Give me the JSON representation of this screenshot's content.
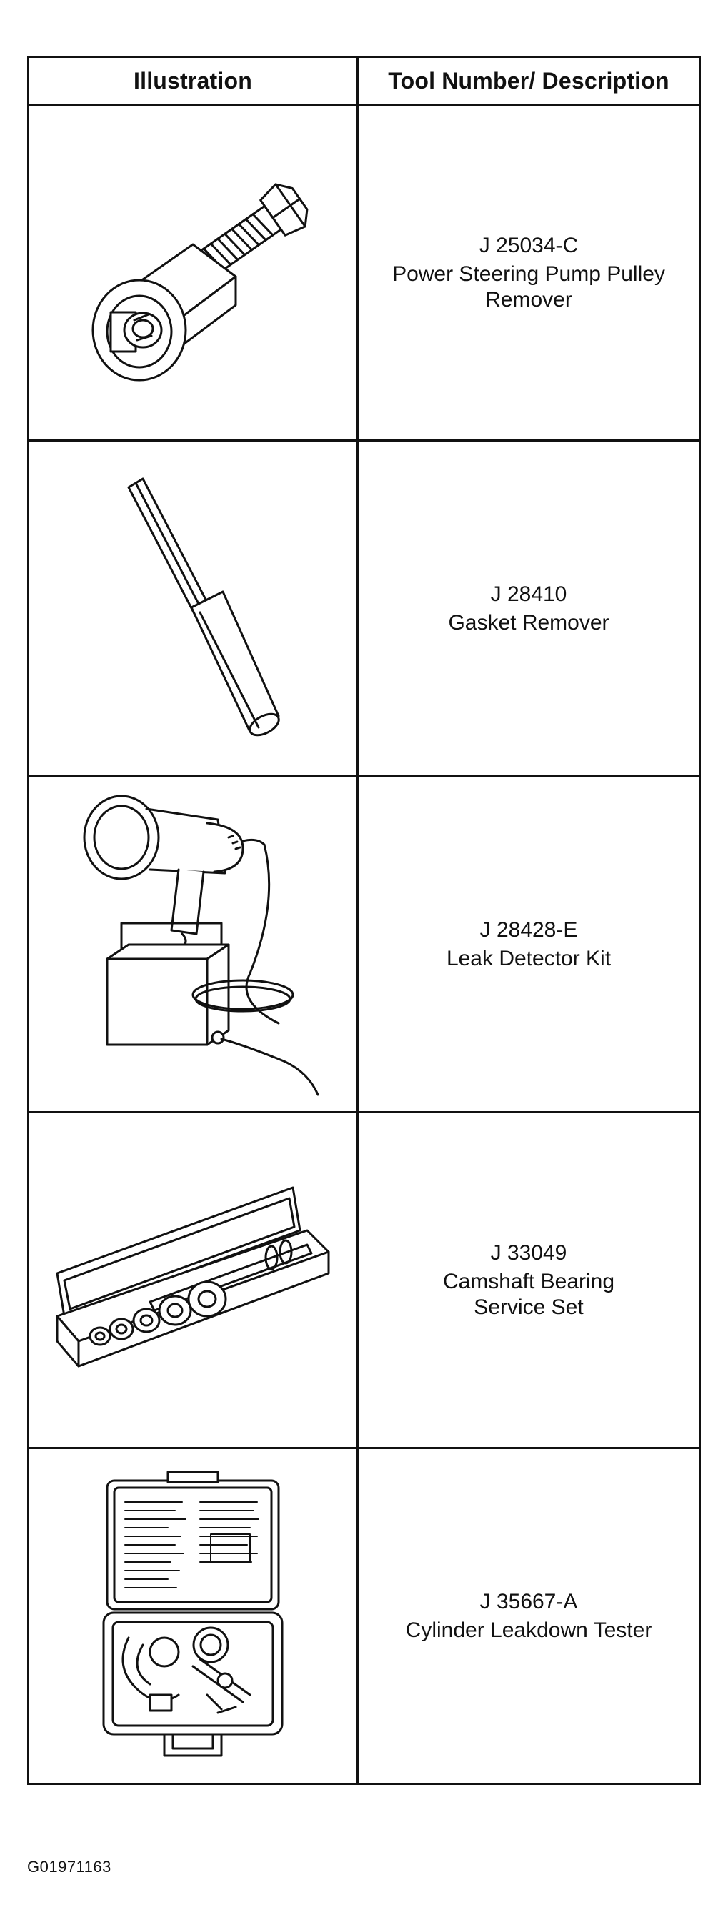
{
  "table": {
    "header": {
      "illustration": "Illustration",
      "description": "Tool Number/ Description"
    },
    "rows": [
      {
        "tool_number": "J 25034-C",
        "description": "Power Steering Pump Pulley Remover",
        "icon": "pulley-remover-icon"
      },
      {
        "tool_number": "J 28410",
        "description": "Gasket Remover",
        "icon": "gasket-remover-icon"
      },
      {
        "tool_number": "J 28428-E",
        "description": "Leak Detector Kit",
        "icon": "leak-detector-kit-icon"
      },
      {
        "tool_number": "J 33049",
        "description": "Camshaft Bearing Service Set",
        "icon": "camshaft-bearing-set-icon"
      },
      {
        "tool_number": "J 35667-A",
        "description": "Cylinder Leakdown Tester",
        "icon": "leakdown-tester-icon"
      }
    ]
  },
  "footer": {
    "figure_code": "G01971163"
  }
}
